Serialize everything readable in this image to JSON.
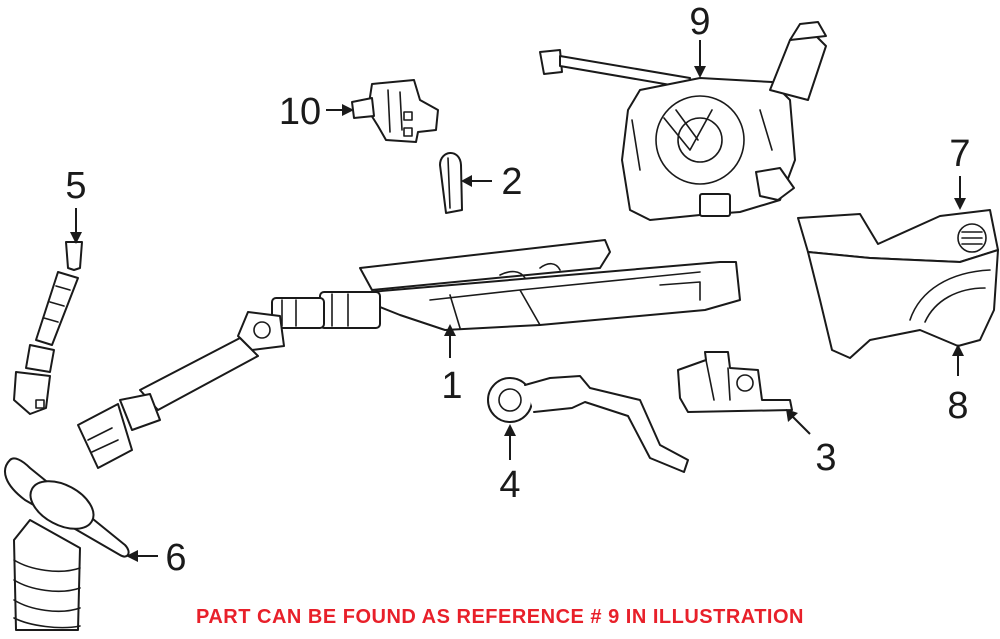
{
  "callouts": {
    "c1": "1",
    "c2": "2",
    "c3": "3",
    "c4": "4",
    "c5": "5",
    "c6": "6",
    "c7": "7",
    "c8": "8",
    "c9": "9",
    "c10": "10"
  },
  "footnote": "PART CAN BE FOUND AS REFERENCE # 9 IN ILLUSTRATION",
  "colors": {
    "line": "#1a1a1a",
    "footnote": "#e8202a",
    "background": "#ffffff"
  }
}
